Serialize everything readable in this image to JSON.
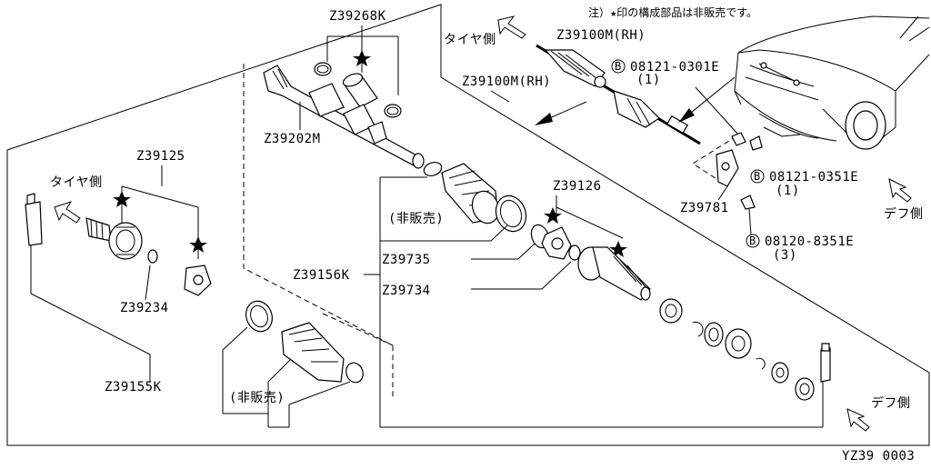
{
  "diagram": {
    "note": "注）★印の構成部品は非販売です。",
    "tire_side": "タイヤ側",
    "diff_side": "デフ側",
    "not_sold": "(非販売)",
    "page_code": "YZ39  0003",
    "labels": {
      "z39268k": "Z39268K",
      "z39100m_rh_top": "Z39100M(RH)",
      "z39100m_rh": "Z39100M(RH)",
      "z39202m": "Z39202M",
      "z39125": "Z39125",
      "z39234": "Z39234",
      "z39155k": "Z39155K",
      "z39126": "Z39126",
      "z39735": "Z39735",
      "z39156k": "Z39156K",
      "z39734": "Z39734",
      "z39781": "Z39781"
    },
    "bolts": [
      {
        "badge": "B",
        "part": "08121-0301E",
        "qty": "(1)"
      },
      {
        "badge": "B",
        "part": "08121-0351E",
        "qty": "(1)"
      },
      {
        "badge": "B",
        "part": "08120-8351E",
        "qty": "(3)"
      }
    ]
  }
}
